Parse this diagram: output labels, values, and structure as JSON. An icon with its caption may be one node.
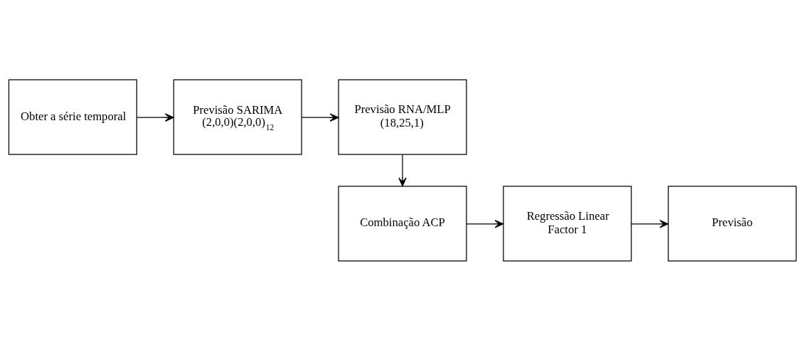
{
  "diagram": {
    "nodes": [
      {
        "text": [
          "Obter a série temporal"
        ]
      },
      {
        "text": [
          "Previsão SARIMA",
          "(2,0,0)(2,0,0)$_{12}$"
        ]
      },
      {
        "text": [
          "Previsão RNA/MLP",
          "(18,25,1)"
        ]
      },
      {
        "text": [
          "Combinação ACP"
        ]
      },
      {
        "text": [
          "Regressão Linear",
          "Factor 1"
        ]
      },
      {
        "text": [
          "Previsão"
        ]
      }
    ],
    "edges": [
      {
        "from": 0,
        "to": 1,
        "arrow": "to"
      },
      {
        "from": 1,
        "to": 2,
        "arrow": "to"
      },
      {
        "from": 2,
        "to": 3,
        "arrow": "to"
      },
      {
        "from": 3,
        "to": 4,
        "arrow": "to"
      },
      {
        "from": 4,
        "to": 5,
        "arrow": "to"
      }
    ]
  }
}
